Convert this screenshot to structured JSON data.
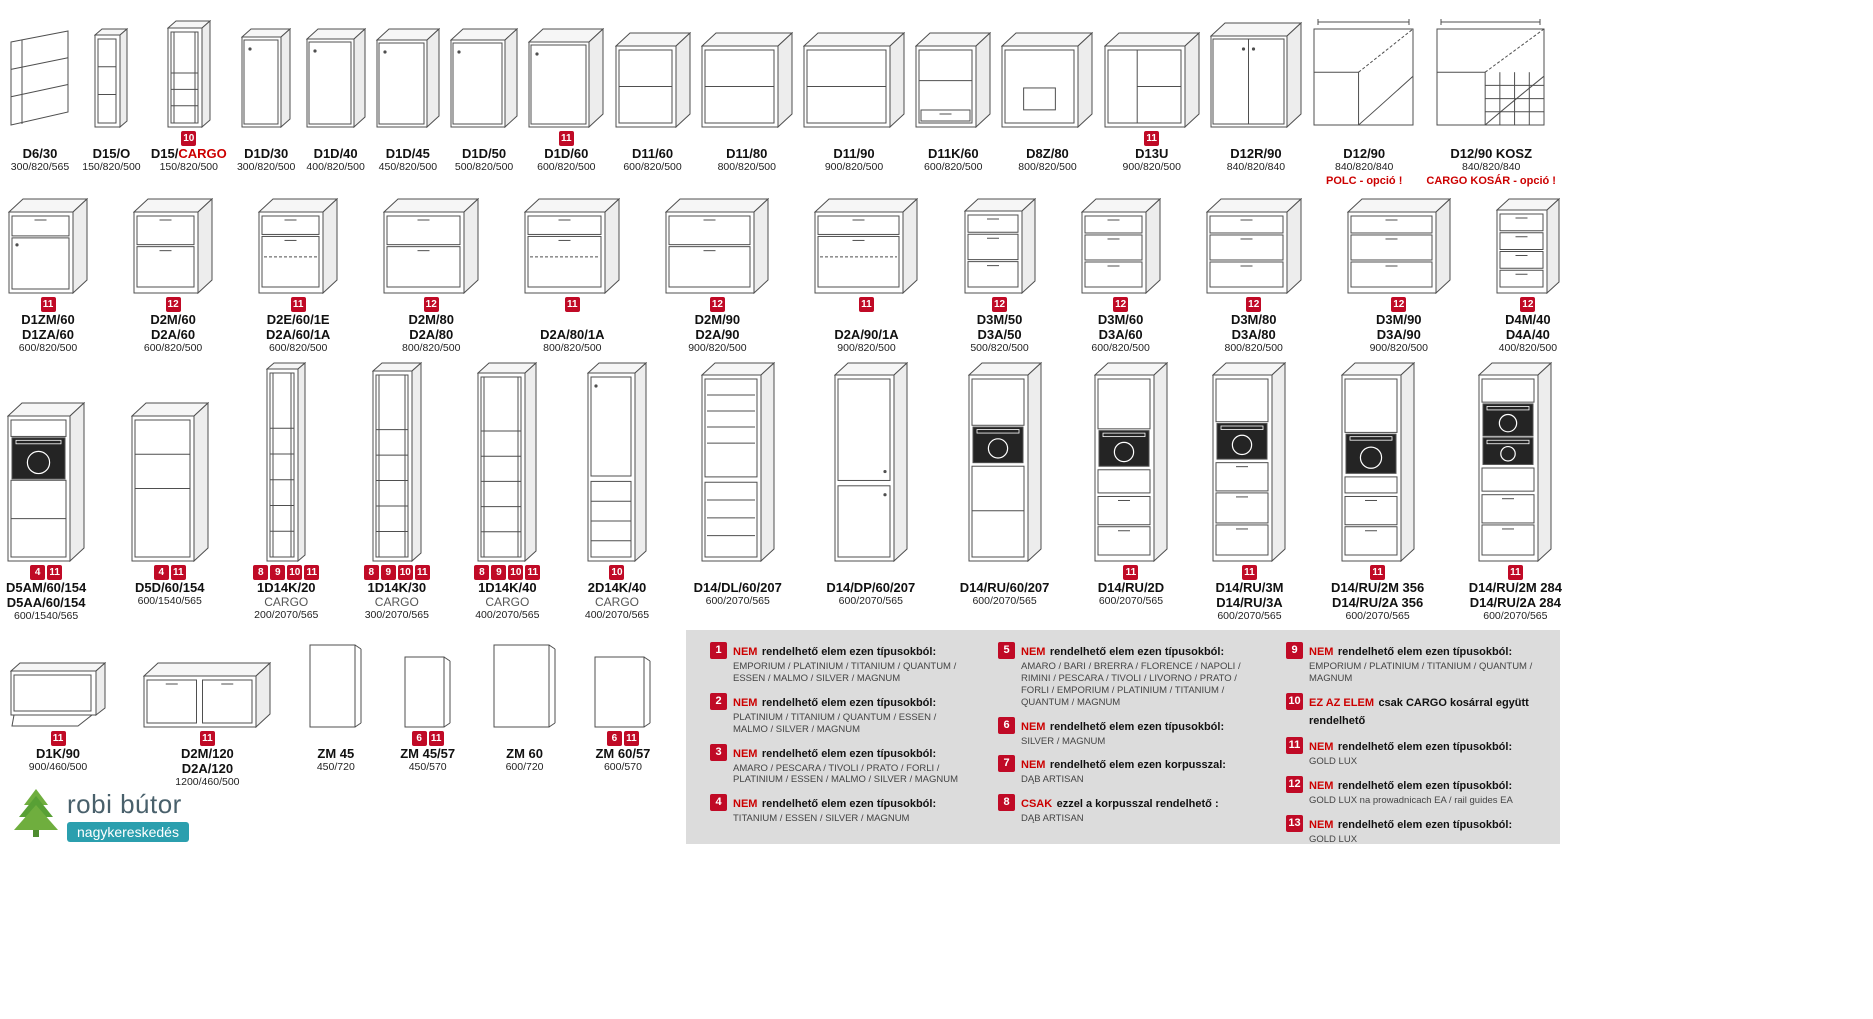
{
  "colors": {
    "badge_red": "#c00a26",
    "note_red": "#cc0000",
    "legend_bg": "#dcdcdc",
    "logo_teal": "#2b9fae",
    "logo_green": "#6fae3e"
  },
  "logo": {
    "title": "robi bútor",
    "subtitle": "nagykereskedés"
  },
  "rows": [
    {
      "name": "base-cabinets",
      "items": [
        {
          "name": "D6/30",
          "dims": "300/820/565",
          "badges": [],
          "icon": "corner-open",
          "dw": 64,
          "dh": 100
        },
        {
          "name": "D15/O",
          "dims": "150/820/500",
          "badges": [],
          "icon": "open-narrow",
          "dw": 34,
          "dh": 100
        },
        {
          "name": "D15/",
          "name_red": "CARGO",
          "dims": "150/820/500",
          "badges": [
            "10"
          ],
          "icon": "cargo-narrow",
          "dw": 44,
          "dh": 108
        },
        {
          "name": "D1D/30",
          "dims": "300/820/500",
          "badges": [],
          "icon": "door1",
          "dw": 50,
          "dh": 100
        },
        {
          "name": "D1D/40",
          "dims": "400/820/500",
          "badges": [],
          "icon": "door1",
          "dw": 60,
          "dh": 100
        },
        {
          "name": "D1D/45",
          "dims": "450/820/500",
          "badges": [],
          "icon": "door1",
          "dw": 64,
          "dh": 100
        },
        {
          "name": "D1D/50",
          "dims": "500/820/500",
          "badges": [],
          "icon": "door1",
          "dw": 68,
          "dh": 100
        },
        {
          "name": "D1D/60",
          "dims": "600/820/500",
          "badges": [
            "11"
          ],
          "icon": "door1",
          "dw": 76,
          "dh": 100
        },
        {
          "name": "D11/60",
          "dims": "600/820/500",
          "badges": [],
          "icon": "open",
          "dw": 76,
          "dh": 96
        },
        {
          "name": "D11/80",
          "dims": "800/820/500",
          "badges": [],
          "icon": "open",
          "dw": 92,
          "dh": 96
        },
        {
          "name": "D11/90",
          "dims": "900/820/500",
          "badges": [],
          "icon": "open",
          "dw": 102,
          "dh": 96
        },
        {
          "name": "D11K/60",
          "dims": "600/820/500",
          "badges": [],
          "icon": "open-drawer-bottom",
          "dw": 76,
          "dh": 96
        },
        {
          "name": "D8Z/80",
          "dims": "800/820/500",
          "badges": [],
          "icon": "sink",
          "dw": 92,
          "dh": 96
        },
        {
          "name": "D13U",
          "dims": "900/820/500",
          "badges": [
            "11"
          ],
          "icon": "blind-corner",
          "dw": 96,
          "dh": 96
        },
        {
          "name": "D12R/90",
          "dims": "840/820/840",
          "badges": [],
          "icon": "corner-doors",
          "dw": 92,
          "dh": 106
        },
        {
          "name": "D12/90",
          "dims": "840/820/840",
          "note": "POLC - opció !",
          "badges": [],
          "icon": "corner-top",
          "dw": 104,
          "dh": 112
        },
        {
          "name": "D12/90 KOSZ",
          "dims": "840/820/840",
          "note": "CARGO KOSÁR - opció !",
          "badges": [],
          "icon": "corner-top-basket",
          "dw": 112,
          "dh": 112
        }
      ]
    },
    {
      "name": "drawer-cabinets",
      "items": [
        {
          "name": "D1ZM/60",
          "name2": "D1ZA/60",
          "dims": "600/820/500",
          "badges": [
            "11"
          ],
          "icon": "drawer1-door",
          "dw": 80,
          "dh": 96
        },
        {
          "name": "D2M/60",
          "name2": "D2A/60",
          "dims": "600/820/500",
          "badges": [
            "12"
          ],
          "icon": "drawer2",
          "dw": 80,
          "dh": 96
        },
        {
          "name": "D2E/60/1E",
          "name2": "D2A/60/1A",
          "dims": "600/820/500",
          "badges": [
            "11"
          ],
          "icon": "drawer2-inner",
          "dw": 80,
          "dh": 96
        },
        {
          "name": "D2M/80",
          "name2": "D2A/80",
          "dims": "800/820/500",
          "badges": [
            "12"
          ],
          "icon": "drawer2",
          "dw": 96,
          "dh": 96
        },
        {
          "name": "D2A/80/1A",
          "dims": "800/820/500",
          "badges": [
            "11"
          ],
          "icon": "drawer2-inner",
          "dw": 96,
          "dh": 96
        },
        {
          "name": "D2M/90",
          "name2": "D2A/90",
          "dims": "900/820/500",
          "badges": [
            "12"
          ],
          "icon": "drawer2",
          "dw": 104,
          "dh": 96
        },
        {
          "name": "D2A/90/1A",
          "dims": "900/820/500",
          "badges": [
            "11"
          ],
          "icon": "drawer2-inner",
          "dw": 104,
          "dh": 96
        },
        {
          "name": "D3M/50",
          "name2": "D3A/50",
          "dims": "500/820/500",
          "badges": [
            "12"
          ],
          "icon": "drawer3",
          "dw": 72,
          "dh": 96
        },
        {
          "name": "D3M/60",
          "name2": "D3A/60",
          "dims": "600/820/500",
          "badges": [
            "12"
          ],
          "icon": "drawer3",
          "dw": 80,
          "dh": 96
        },
        {
          "name": "D3M/80",
          "name2": "D3A/80",
          "dims": "800/820/500",
          "badges": [
            "12"
          ],
          "icon": "drawer3",
          "dw": 96,
          "dh": 96
        },
        {
          "name": "D3M/90",
          "name2": "D3A/90",
          "dims": "900/820/500",
          "badges": [
            "12"
          ],
          "icon": "drawer3",
          "dw": 104,
          "dh": 96
        },
        {
          "name": "D4M/40",
          "name2": "D4A/40",
          "dims": "400/820/500",
          "badges": [
            "12"
          ],
          "icon": "drawer4",
          "dw": 64,
          "dh": 96
        }
      ]
    },
    {
      "name": "tall-cabinets",
      "items": [
        {
          "name": "D5AM/60/154",
          "name2": "D5AA/60/154",
          "dims": "600/1540/565",
          "badges": [
            "4",
            "11"
          ],
          "icon": "tall-oven-mid",
          "dw": 78,
          "dh": 160
        },
        {
          "name": "D5D/60/154",
          "dims": "600/1540/565",
          "badges": [
            "4",
            "11"
          ],
          "icon": "tall-open",
          "dw": 78,
          "dh": 160
        },
        {
          "name": "1D14K/20",
          "sub": "CARGO",
          "dims": "200/2070/565",
          "badges": [
            "8",
            "9",
            "10",
            "11"
          ],
          "icon": "tall-cargo",
          "dw": 40,
          "dh": 200
        },
        {
          "name": "1D14K/30",
          "sub": "CARGO",
          "dims": "300/2070/565",
          "badges": [
            "8",
            "9",
            "10",
            "11"
          ],
          "icon": "tall-cargo",
          "dw": 50,
          "dh": 200
        },
        {
          "name": "1D14K/40",
          "sub": "CARGO",
          "dims": "400/2070/565",
          "badges": [
            "8",
            "9",
            "10",
            "11"
          ],
          "icon": "tall-cargo",
          "dw": 60,
          "dh": 200
        },
        {
          "name": "2D14K/40",
          "sub": "CARGO",
          "dims": "400/2070/565",
          "badges": [
            "10"
          ],
          "icon": "tall-cargo-door",
          "dw": 60,
          "dh": 200
        },
        {
          "name": "D14/DL/60/207",
          "dims": "600/2070/565",
          "badges": [],
          "icon": "fridge",
          "dw": 74,
          "dh": 200
        },
        {
          "name": "D14/DP/60/207",
          "dims": "600/2070/565",
          "badges": [],
          "icon": "tall-doors",
          "dw": 74,
          "dh": 200
        },
        {
          "name": "D14/RU/60/207",
          "dims": "600/2070/565",
          "badges": [],
          "icon": "tall-oven",
          "dw": 74,
          "dh": 200
        },
        {
          "name": "D14/RU/2D",
          "dims": "600/2070/565",
          "badges": [
            "11"
          ],
          "icon": "tall-oven-2d",
          "dw": 74,
          "dh": 200
        },
        {
          "name": "D14/RU/3M",
          "name2": "D14/RU/3A",
          "dims": "600/2070/565",
          "badges": [
            "11"
          ],
          "icon": "tall-oven-3m",
          "dw": 74,
          "dh": 200
        },
        {
          "name": "D14/RU/2M 356",
          "name2": "D14/RU/2A 356",
          "dims": "600/2070/565",
          "badges": [
            "11"
          ],
          "icon": "tall-oven-2m",
          "dw": 74,
          "dh": 200
        },
        {
          "name": "D14/RU/2M 284",
          "name2": "D14/RU/2A 284",
          "dims": "600/2070/565",
          "badges": [
            "11"
          ],
          "icon": "tall-oven-double",
          "dw": 74,
          "dh": 200
        }
      ]
    },
    {
      "name": "low-cabinets",
      "items": [
        {
          "name": "D1K/90",
          "dims": "900/460/500",
          "badges": [
            "11"
          ],
          "icon": "flip",
          "dw": 96,
          "dh": 66
        },
        {
          "name": "D2M/120",
          "name2": "D2A/120",
          "dims": "1200/460/500",
          "badges": [
            "11"
          ],
          "icon": "low-2drawer",
          "dw": 128,
          "dh": 66
        },
        {
          "name": "ZM 45",
          "dims": "450/720",
          "badges": [],
          "icon": "panel",
          "dw": 54,
          "dh": 86
        },
        {
          "name": "ZM 45/57",
          "dims": "450/570",
          "badges": [
            "6",
            "11"
          ],
          "icon": "panel",
          "dw": 48,
          "dh": 74
        },
        {
          "name": "ZM 60",
          "dims": "600/720",
          "badges": [],
          "icon": "panel",
          "dw": 64,
          "dh": 86
        },
        {
          "name": "ZM 60/57",
          "dims": "600/570",
          "badges": [
            "6",
            "11"
          ],
          "icon": "panel",
          "dw": 58,
          "dh": 74
        }
      ]
    }
  ],
  "legend": {
    "columns": [
      [
        {
          "num": "1",
          "lead": "NEM",
          "head": "rendelhető elem ezen típusokból:",
          "body": "EMPORIUM / PLATINIUM / TITANIUM / QUANTUM / ESSEN / MALMO / SILVER / MAGNUM"
        },
        {
          "num": "2",
          "lead": "NEM",
          "head": "rendelhető elem ezen típusokból:",
          "body": "PLATINIUM / TITANIUM / QUANTUM / ESSEN / MALMO / SILVER / MAGNUM"
        },
        {
          "num": "3",
          "lead": "NEM",
          "head": "rendelhető elem ezen típusokból:",
          "body": "AMARO / PESCARA / TIVOLI / PRATO / FORLI / PLATINIUM / ESSEN / MALMO / SILVER / MAGNUM"
        },
        {
          "num": "4",
          "lead": "NEM",
          "head": "rendelhető elem ezen típusokból:",
          "body": "TITANIUM / ESSEN / SILVER / MAGNUM"
        }
      ],
      [
        {
          "num": "5",
          "lead": "NEM",
          "head": "rendelhető elem ezen típusokból:",
          "body": "AMARO / BARI / BRERRA / FLORENCE / NAPOLI / RIMINI / PESCARA / TIVOLI / LIVORNO / PRATO / FORLI / EMPORIUM / PLATINIUM / TITANIUM / QUANTUM / MAGNUM"
        },
        {
          "num": "6",
          "lead": "NEM",
          "head": "rendelhető elem ezen típusokból:",
          "body": "SILVER / MAGNUM"
        },
        {
          "num": "7",
          "lead": "NEM",
          "head": "rendelhető elem ezen korpusszal:",
          "body": "DĄB ARTISAN"
        },
        {
          "num": "8",
          "lead": "CSAK",
          "head": "ezzel a korpusszal rendelhető :",
          "body": "DĄB ARTISAN"
        }
      ],
      [
        {
          "num": "9",
          "lead": "NEM",
          "head": "rendelhető elem ezen típusokból:",
          "body": "EMPORIUM / PLATINIUM / TITANIUM / QUANTUM / MAGNUM"
        },
        {
          "num": "10",
          "lead": "EZ AZ ELEM",
          "head": "csak CARGO kosárral együtt rendelhető",
          "body": ""
        },
        {
          "num": "11",
          "lead": "NEM",
          "head": "rendelhető elem ezen típusokból:",
          "body": "GOLD LUX"
        },
        {
          "num": "12",
          "lead": "NEM",
          "head": "rendelhető elem ezen típusokból:",
          "body": "GOLD LUX na prowadnicach EA / rail guides EA"
        },
        {
          "num": "13",
          "lead": "NEM",
          "head": "rendelhető elem ezen típusokból:",
          "body": "GOLD LUX"
        }
      ]
    ]
  }
}
